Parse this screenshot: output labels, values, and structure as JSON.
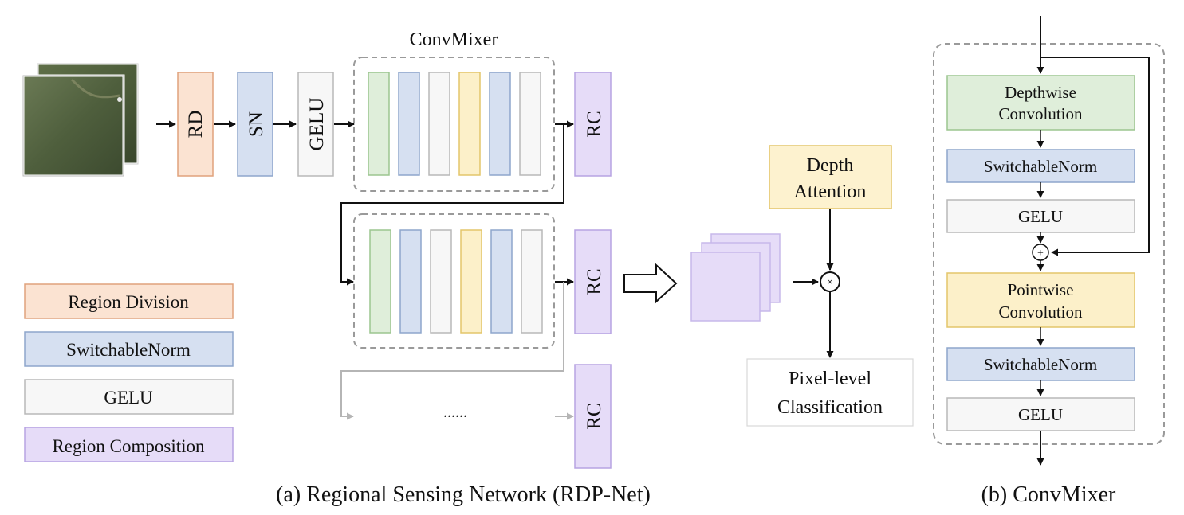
{
  "colors": {
    "region_division": "#fbe3d2",
    "region_division_border": "#e0a27c",
    "switchable_norm": "#d6e0f1",
    "switchable_norm_border": "#8ea6cc",
    "gelu": "#f7f7f7",
    "gelu_border": "#b8b8b8",
    "region_composition": "#e6dcf8",
    "region_composition_border": "#b7a3e2",
    "depthwise_conv": "#dfeeda",
    "depthwise_conv_border": "#9cc58f",
    "pointwise_conv": "#fcf0c9",
    "pointwise_conv_border": "#e3c56a",
    "depth_attention": "#fdf2cf",
    "dashed_group": "#9a9a9a",
    "arrow": "#111111",
    "faded_arrow": "#b5b5b5",
    "satellite_image": "#4a5a3c"
  },
  "panel_a": {
    "caption": "(a) Regional Sensing Network (RDP-Net)",
    "pipeline": {
      "rd": "RD",
      "sn": "SN",
      "gelu": "GELU",
      "convmixer_title": "ConvMixer",
      "rc": "RC",
      "ellipsis": "......"
    },
    "depth_attention": [
      "Depth",
      "Attention"
    ],
    "classification": [
      "Pixel-level",
      "Classification"
    ],
    "multiply_symbol": "×",
    "legend": [
      {
        "label": "Region Division",
        "color_key": "region_division"
      },
      {
        "label": "SwitchableNorm",
        "color_key": "switchable_norm"
      },
      {
        "label": "GELU",
        "color_key": "gelu"
      },
      {
        "label": "Region Composition",
        "color_key": "region_composition"
      }
    ]
  },
  "panel_b": {
    "caption": "(b) ConvMixer",
    "blocks": {
      "depthwise": [
        "Depthwise",
        "Convolution"
      ],
      "norm1": "SwitchableNorm",
      "gelu1": "GELU",
      "pointwise": [
        "Pointwise",
        "Convolution"
      ],
      "norm2": "SwitchableNorm",
      "gelu2": "GELU"
    },
    "add_symbol": "+"
  }
}
